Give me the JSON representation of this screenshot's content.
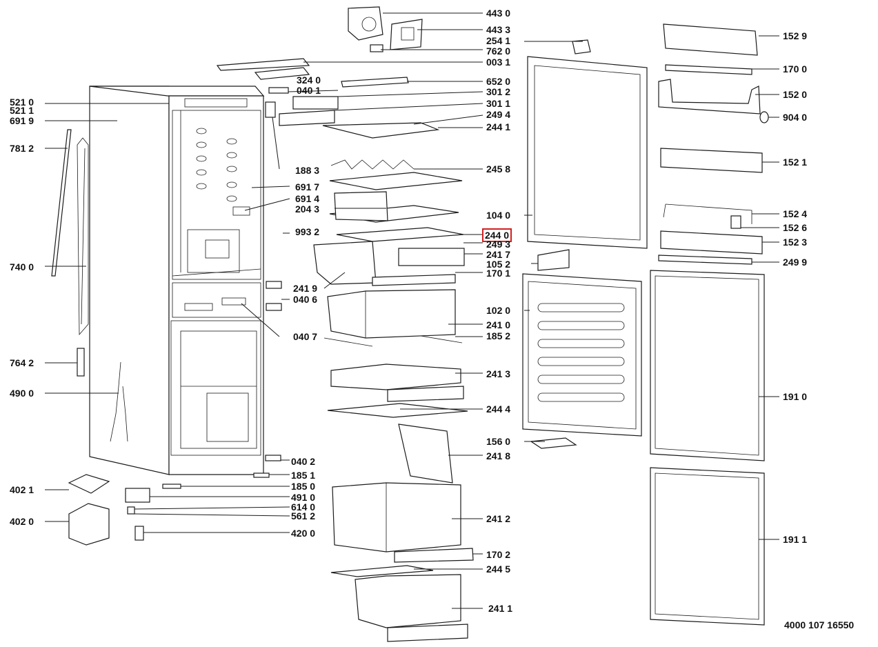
{
  "document_code": "4000 107 16550",
  "highlight_color": "#d11f1f",
  "labels": [
    "443 0",
    "443 3",
    "254 1",
    "762 0",
    "003 1",
    "324 0",
    "652 0",
    "040 1",
    "301 2",
    "301 1",
    "249 4",
    "244 1",
    "188 3",
    "245 8",
    "691 7",
    "691 4",
    "204 3",
    "993 2",
    "244 0",
    "249 3",
    "241 7",
    "105 2",
    "170 1",
    "241 9",
    "040 6",
    "040 7",
    "241 0",
    "185 2",
    "241 3",
    "244 4",
    "241 8",
    "040 2",
    "185 1",
    "185 0",
    "491 0",
    "614 0",
    "561 2",
    "420 0",
    "241 2",
    "170 2",
    "244 5",
    "241 1",
    "521 0",
    "521 1",
    "691 9",
    "781 2",
    "740 0",
    "764 2",
    "490 0",
    "402 1",
    "402 0",
    "104 0",
    "102 0",
    "156 0",
    "152 9",
    "170 0",
    "152 0",
    "904 0",
    "152 1",
    "152 4",
    "152 6",
    "152 3",
    "249 9",
    "191 0",
    "191 1"
  ],
  "highlighted_label": "244 0"
}
